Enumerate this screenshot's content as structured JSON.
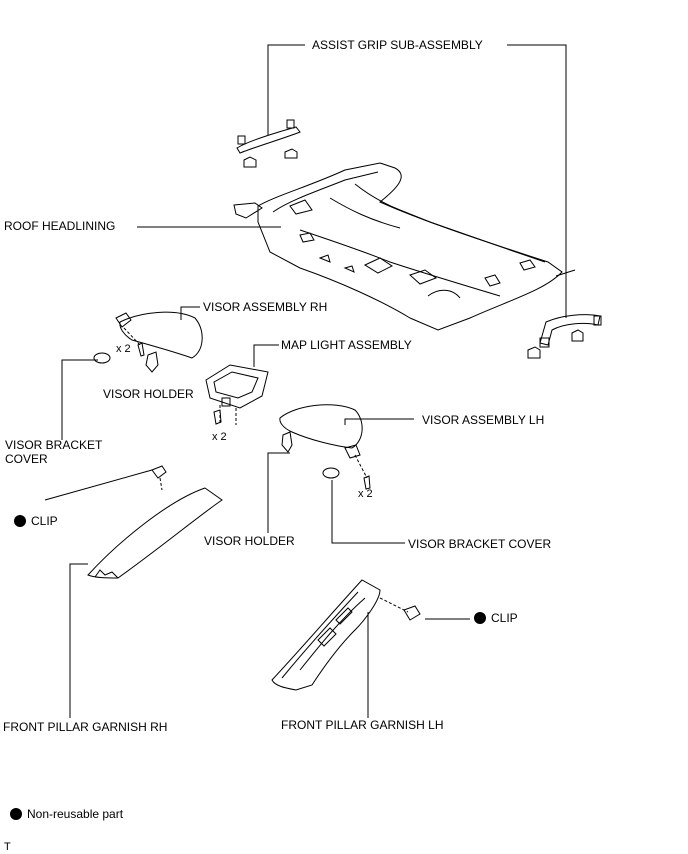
{
  "labels": {
    "assist_grip": "ASSIST GRIP SUB-ASSEMBLY",
    "roof_headlining": "ROOF HEADLINING",
    "visor_assembly_rh": "VISOR ASSEMBLY RH",
    "map_light": "MAP LIGHT ASSEMBLY",
    "visor_holder_rh": "VISOR HOLDER",
    "visor_bracket_cover_rh": "VISOR BRACKET COVER",
    "visor_assembly_lh": "VISOR ASSEMBLY LH",
    "clip_rh": "CLIP",
    "visor_holder_lh": "VISOR HOLDER",
    "visor_bracket_cover_lh": "VISOR BRACKET COVER",
    "clip_lh": "CLIP",
    "front_pillar_rh": "FRONT PILLAR GARNISH RH",
    "front_pillar_lh": "FRONT PILLAR GARNISH LH"
  },
  "quantities": {
    "visor_rh_screws": "x 2",
    "map_light_screws": "x 2",
    "visor_lh_screws": "x 2"
  },
  "legend": {
    "non_reusable": "Non-reusable part",
    "symbol": "filled-circle"
  },
  "footer": {
    "mark": "T"
  }
}
